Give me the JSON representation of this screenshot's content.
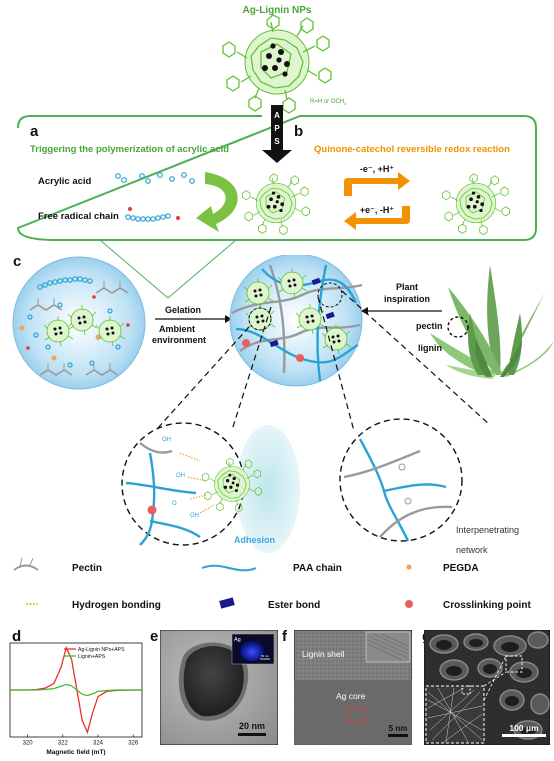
{
  "colors": {
    "green_text": "#4aa23a",
    "orange_text": "#f39200",
    "green_frame": "#4caf50",
    "ligand_green": "#62c232",
    "sphere_blue": "#9fd4f0",
    "paa_blue": "#29a3d6",
    "pectin_gray": "#9a9a9a",
    "pegda_orange": "#f7a35c",
    "crosslink_red": "#e76060",
    "ester_navy": "#1a1a8c",
    "epr_red": "#e8322b",
    "epr_green": "#42b83a"
  },
  "top": {
    "title": "Ag-Lignin NPs",
    "r_note": "R=H or OCH",
    "r_sub": "3",
    "aps_letters": [
      "A",
      "P",
      "S"
    ]
  },
  "panel_a": {
    "letter": "a",
    "title": "Triggering the polymerization of acrylic acid",
    "acrylic_label": "Acrylic acid",
    "radical_label": "Free radical chain"
  },
  "panel_b": {
    "letter": "b",
    "title": "Quinone-catechol reversible redox reaction",
    "top_arrow": "-e⁻, +H⁺",
    "bottom_arrow": "+e⁻, -H⁺"
  },
  "panel_c": {
    "letter": "c",
    "gelation": "Gelation",
    "ambient": "Ambient",
    "environment": "environment",
    "plant": "Plant",
    "inspiration": "inspiration",
    "pectin": "pectin",
    "lignin": "lignin",
    "adhesion": "Adhesion",
    "interpenetrating": "Interpenetrating",
    "network": "network"
  },
  "legend": {
    "pectin": "Pectin",
    "paa": "PAA  chain",
    "pegda": "PEGDA",
    "hbond": "Hydrogen bonding",
    "ester": "Ester bond",
    "crosslink": "Crosslinking point"
  },
  "panel_d": {
    "letter": "d",
    "legend_red": "Ag-Lignin NPs+APS",
    "legend_green": "Lignin+APS",
    "xlabel": "Magnetic field (mT)",
    "xticks": [
      "320",
      "322",
      "324",
      "326"
    ]
  },
  "panel_e": {
    "letter": "e",
    "inset_label": "Ag",
    "inset_scale": "50 nm",
    "scale": "20 nm"
  },
  "panel_f": {
    "letter": "f",
    "shell": "Lignin shell",
    "core": "Ag core",
    "scale": "5 nm"
  },
  "panel_g": {
    "letter": "g",
    "scale": "100 μm"
  },
  "chart_data": {
    "type": "line",
    "x": [
      319.0,
      320.0,
      320.5,
      321.0,
      321.5,
      321.9,
      322.2,
      322.5,
      322.8,
      323.1,
      323.4,
      323.7,
      324.0,
      324.5,
      325.0,
      326.0,
      326.5
    ],
    "series": [
      {
        "name": "Ag-Lignin NPs+APS",
        "values": [
          0,
          0,
          0.01,
          0.04,
          0.14,
          0.48,
          0.9,
          0.65,
          0.0,
          -0.65,
          -0.9,
          -0.48,
          -0.14,
          -0.03,
          -0.01,
          0,
          0
        ]
      },
      {
        "name": "Lignin+APS",
        "values": [
          0,
          0,
          0,
          0.01,
          0.03,
          0.08,
          0.12,
          0.09,
          0.0,
          -0.09,
          -0.12,
          -0.08,
          -0.03,
          -0.01,
          0,
          0,
          0
        ]
      }
    ],
    "xlabel": "Magnetic field (mT)",
    "xlim": [
      319,
      326.5
    ],
    "ylim": [
      -1,
      1
    ]
  }
}
